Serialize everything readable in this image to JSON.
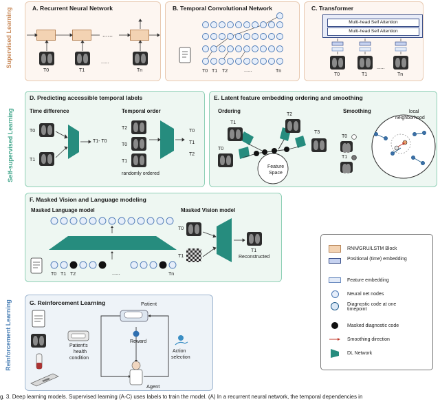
{
  "side_labels": {
    "supervised": "Supervised Learning",
    "self_supervised": "Self-supervised Learning",
    "reinforcement": "Reinforcement Learning"
  },
  "panel_a": {
    "title": "A. Recurrent Neural Network",
    "dots": "......",
    "labels": [
      "T0",
      "T1",
      "......",
      "Tn"
    ]
  },
  "panel_b": {
    "title": "B. Temporal Convolutional Network",
    "labels": [
      "T0",
      "T1",
      "T2",
      "......",
      "Tn"
    ]
  },
  "panel_c": {
    "title": "C. Transformer",
    "attention": [
      "Multi-head Self Attention",
      "Multi-head Self Attention"
    ],
    "labels": [
      "T0",
      "T1",
      "......",
      "Tn"
    ]
  },
  "panel_d": {
    "title": "D. Predicting accessible temporal labels",
    "time_difference": "Time difference",
    "temporal_order": "Temporal order",
    "td_labels": [
      "T0",
      "T1"
    ],
    "td_output": "T1- T0",
    "to_inputs": [
      "T2",
      "T0",
      "T1"
    ],
    "to_outputs": [
      "T0",
      "T1",
      "T2"
    ],
    "randomly": "randomly ordered"
  },
  "panel_e": {
    "title": "E. Latent feature embedding ordering and smoothing",
    "ordering": "Ordering",
    "smoothing": "Smoothing",
    "order_labels": [
      "T1",
      "T2",
      "T3",
      "T0"
    ],
    "feature_space": [
      "Feature",
      "Space"
    ],
    "local": [
      "local",
      "neighborhood"
    ],
    "smooth_labels": [
      "T0",
      "T1"
    ]
  },
  "panel_f": {
    "title": "F. Masked Vision and Language modeling",
    "mlm": "Masked Language model",
    "mvm": "Masked Vision model",
    "mlm_labels": [
      "T0",
      "T1",
      "T2",
      "......",
      "Tn"
    ],
    "mvm_labels": [
      "T0",
      "T1"
    ],
    "reconstructed": [
      "T1",
      "Reconstructed"
    ]
  },
  "panel_g": {
    "title": "G. Reinforcement Learning",
    "patient": "Patient",
    "reward": "Reward",
    "health": [
      "Patient's",
      "health",
      "condition"
    ],
    "action": [
      "Action",
      "selection"
    ],
    "agent": "Agent"
  },
  "legend": [
    "RNN/GRU/LSTM Block",
    "Positional (time) embedding",
    "Feature embedding",
    "Neural net nodes",
    "Diagnostic code at one timepoint",
    "Masked diagnostic code",
    "Smoothing direction",
    "DL Network"
  ],
  "caption": "g. 3. Deep learning models. Supervised learning (A-C) uses labels to train the model. (A) In a recurrent neural network, the temporal dependencies in",
  "colors": {
    "teal": "#268c7e",
    "node_blue": "#4a78b5",
    "rnn_orange": "#f3d3b3",
    "supervised_label": "#c98a5a",
    "ssl_label": "#3fa58a",
    "rl_label": "#4a7fb5"
  }
}
